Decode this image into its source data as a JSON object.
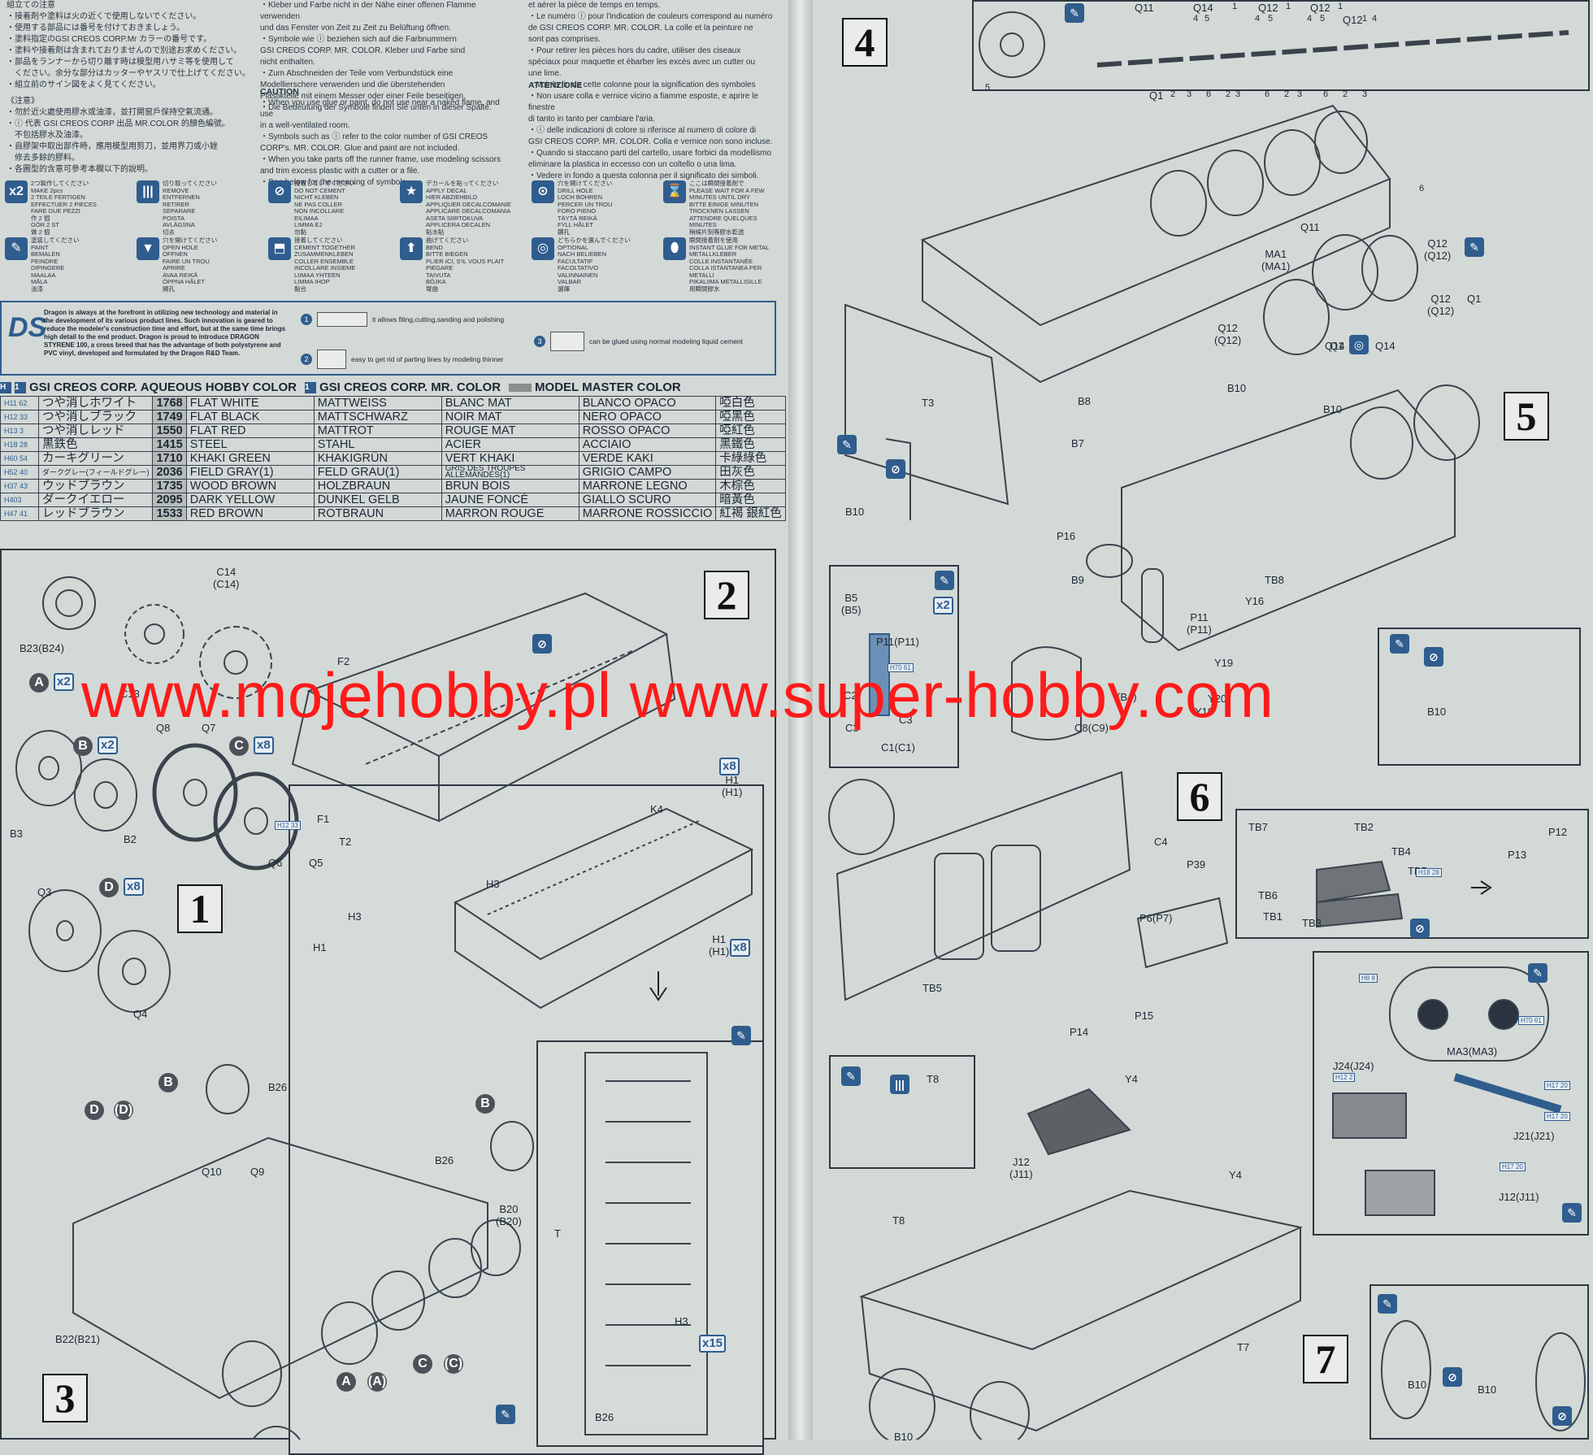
{
  "left_page": {
    "intro_jp": "組立ての注意\n・接着剤や塗料は火の近くで使用しないでください。\n・使用する部品には番号を付けておきましょう。\n・塗料指定のGSI CREOS CORP.Mr カラーの番号です。\n・塗料や接着剤は含まれておりませんので別途お求めください。\n・部品をランナーから切り離す時は模型用ハサミ等を使用して\n　ください。余分な部分はカッターやヤスリで仕上げてください。\n・組立前のサイン図をよく見てください。",
    "intro_cn": "《注意》\n・勿於近火處使用膠水或油漆，並打開窗戶保持空氣流通。\n・ⓘ 代表 GSI CREOS CORP 出品 MR.COLOR 的顏色編號。\n　不包括膠水及油漆。\n・自膠架中取出部件時，應用模型用剪刀，並用界刀或小銼\n　修去多餘的膠料。\n・各圖型的含意可參考本欄以下的說明。",
    "intro_de": "・Kleber und Farbe nicht in der Nähe einer offenen Flamme verwenden\nund das Fenster von Zeit zu Zeit zu Belüftung öffnen.\n・Symbole wie ⓘ beziehen sich auf die Farbnummern\nGSI CREOS CORP. MR. COLOR. Kleber und Farbe sind\nnicht enthalten.\n・Zum Abschneiden der Teile vom Verbundstück eine\nModellierschere verwenden und die überstehenden\nPlastikteile mit einem Messer oder einer Feile beseitigen.\n・Die Bedeutung der Symbole finden Sie unten in dieser Spalte.",
    "caution_title": "CAUTION",
    "caution_en": "・When you use glue or paint, do not use near a naked flame, and use\n  in a well-ventilated room.\n・Symbols such as ⓘ refer to the color number of GSI CREOS\n  CORP's. MR. COLOR. Glue and paint are not included.\n・When you take parts off the runner frame, use modeling scissors\n  and trim excess plastic with a cutter or a file.\n・See below for the meaning of symbols.",
    "intro_fr": "et aérer la pièce de temps en temps.\n・Le numéro ⓘ pour l'indication de couleurs correspond au numéro\n  de GSI CREOS CORP. MR. COLOR. La colle et la peinture ne\n  sont pas comprises.\n・Pour retirer les pièces hors du cadre, utiliser des ciseaux\n  spéciaux pour maquette et ébarber les excès avec un cutter ou\n  une lime.\n・Voir la fin de cette colonne pour la signification des symboles",
    "attention_title": "ATTENZIONE",
    "intro_it": "・Non usare colla e vernice vicino a fiamme esposte, e aprire le finestre\n  di tanto in tanto per cambiare l'aria.\n・ⓘ delle indicazioni di colore si riferisce al numero di colore di\n  GSI CREOS CORP. MR. COLOR. Colla e vernice non sono incluse.\n・Quando si staccano parti del cartello, usare forbici da modellismo\n  eliminare la plastica in eccesso con un coltello o una lima.\n・Vedere in fondo a questa colonna per il significato dei simboli.",
    "symbols": [
      {
        "icon": "x2",
        "label": "2つ製作してください\nMAKE 2pcs\n2 TEILE FERTIGEN\nEFFECTUER 2 PIECES\nFARE DUE PEZZI\n作 2 個\nGÖR 2 ST\n做 2 個"
      },
      {
        "icon": "|||",
        "label": "切り取ってください\nREMOVE\nENTFERNEN\nRETIRER\nSEPARARE\nPOISTA\nAVLÄGSNA\n切去"
      },
      {
        "icon": "⊘",
        "label": "接着しないでください\nDO NOT CEMENT\nNICHT KLEBEN\nNE PAS COLLER\nNON INCOLLARE\nEILIMAA\nLIMMA EJ\n勿黏"
      },
      {
        "icon": "★",
        "label": "デカールを貼ってください\nAPPLY DECAL\nHIER ABZIEHBILD\nAPPLIQUER DECALCOMANIE\nAPPLICARE DECALCOMANIA\nASETA SIIRTOKUVA\nAPPLICERA DECALEN\n貼水貼"
      },
      {
        "icon": "⊙",
        "label": "穴を開けてください\nDRILL HOLE\nLOCH BOHREN\nPERCER UN TROU\nFORO PIENO\nTÄYTÄ REIKÄ\nFYLL HÅLET\n鑽孔"
      },
      {
        "icon": "⌛",
        "label": "ここは瞬間接着剤で\nPLEASE WAIT FOR A FEW MINUTES UNTIL DRY\nBITTE EINIGE MINUTEN TROCKNEN LASSEN\nATTENDRE QUELQUES MINUTES\n稍候片刻等膠水乾透"
      },
      {
        "icon": "✎",
        "label": "塗装してください\nPAINT\nBEMALEN\nPEINDRE\nDIPINGERE\nMAALAA\nMÅLA\n油漆"
      },
      {
        "icon": "▼",
        "label": "穴を開けてください\nOPEN HOLE\nÖFFNEN\nFAIRE UN TROU\nAPRIRE\nAVAA REIKÄ\nÖPPNA HÅLET\n開孔"
      },
      {
        "icon": "⬒",
        "label": "接着してください\nCEMENT TOGETHER\nZUSAMMENKLEBEN\nCOLLER ENSEMBLE\nINCOLLARE INSIEME\nLIIMAA YHTEEN\nLIMMA IHOP\n黏合"
      },
      {
        "icon": "⬆",
        "label": "曲げてください\nBEND\nBITTE BIEGEN\nPLIER ICI, S'IL VOUS PLAIT\nPIEGARE\nTAIVUTA\nBÖJKA\n彎曲"
      },
      {
        "icon": "◎",
        "label": "どちらかを選んでください\nOPTIONAL\nNACH BELIEBEN\nFACULTATIF\nFACOLTATIVO\nVALINNAINEN\nVALBAR\n選擇"
      },
      {
        "icon": "⬮",
        "label": "瞬間接着剤を使用\nINSTANT GLUE FOR METAL\nMETALLKLEBER\nCOLLE INSTANTANÉE\nCOLLA ISTANTANEA PER METALLI\nPIKALIIMA METALLISILLE\n用瞬間膠水"
      }
    ],
    "ds": {
      "logo": "DS",
      "text": "Dragon is always at the forefront in utilizing new technology and material in the development of its various product lines. Such innovation is geared to reduce the modeler's construction time and effort, but at the same time brings high detail to the end product. Dragon is proud to introduce DRAGON STYRENE 100, a cross breed that has the advantage of both polystyrene and PVC vinyl, developed and formulated by the Dragon R&D Team.",
      "notes": [
        {
          "n": "1",
          "text": "it allows filing,cutting,sanding and polishing"
        },
        {
          "n": "2",
          "text": "easy to get rid of parting lines by modeling thinner"
        },
        {
          "n": "3",
          "text": "can be glued using normal modeling liquid cement"
        }
      ]
    },
    "color_header": {
      "aqueous_marker": "H",
      "aqueous_marker2": "1",
      "aqueous": "GSI CREOS CORP. AQUEOUS HOBBY COLOR",
      "mr_marker": "1",
      "mr": "GSI CREOS CORP. MR. COLOR",
      "mm": "MODEL MASTER COLOR"
    },
    "colors": [
      {
        "code": "H11 62",
        "jp": "つや消しホワイト",
        "num": "1768",
        "en": "FLAT WHITE",
        "de": "MATTWEISS",
        "fr": "BLANC MAT",
        "it": "BLANCO OPACO",
        "cn": "啞白色"
      },
      {
        "code": "H12 33",
        "jp": "つや消しブラック",
        "num": "1749",
        "en": "FLAT BLACK",
        "de": "MATTSCHWARZ",
        "fr": "NOIR MAT",
        "it": "NERO OPACO",
        "cn": "啞黑色"
      },
      {
        "code": "H13 3",
        "jp": "つや消しレッド",
        "num": "1550",
        "en": "FLAT RED",
        "de": "MATTROT",
        "fr": "ROUGE MAT",
        "it": "ROSSO OPACO",
        "cn": "啞紅色"
      },
      {
        "code": "H18 28",
        "jp": "黒鉄色",
        "num": "1415",
        "en": "STEEL",
        "de": "STAHL",
        "fr": "ACIER",
        "it": "ACCIAIO",
        "cn": "黑鐵色"
      },
      {
        "code": "H60 54",
        "jp": "カーキグリーン",
        "num": "1710",
        "en": "KHAKI GREEN",
        "de": "KHAKIGRÜN",
        "fr": "VERT KHAKI",
        "it": "VERDE KAKI",
        "cn": "卡綠綠色"
      },
      {
        "code": "H52 40",
        "jp": "ダークグレー(フィールドグレー)",
        "num": "2036",
        "en": "FIELD GRAY(1)",
        "de": "FELD GRAU(1)",
        "fr": "GRIS DES TROUPES ALLEMANDES(1)",
        "it": "GRIGIO CAMPO",
        "cn": "田灰色"
      },
      {
        "code": "H37 43",
        "jp": "ウッドブラウン",
        "num": "1735",
        "en": "WOOD BROWN",
        "de": "HOLZBRAUN",
        "fr": "BRUN BOIS",
        "it": "MARRONE LEGNO",
        "cn": "木棕色"
      },
      {
        "code": "H403",
        "jp": "ダークイエロー",
        "num": "2095",
        "en": "DARK YELLOW",
        "de": "DUNKEL GELB",
        "fr": "JAUNE FONCÉ",
        "it": "GIALLO SCURO",
        "cn": "暗黃色"
      },
      {
        "code": "H47 41",
        "jp": "レッドブラウン",
        "num": "1533",
        "en": "RED BROWN",
        "de": "ROTBRAUN",
        "fr": "MARRON ROUGE",
        "it": "MARRONE ROSSICCIO",
        "cn": "紅褐 銀紅色"
      }
    ],
    "step1": {
      "number": "1",
      "labels": [
        "C14\n(C14)",
        "B23(B24)",
        "F2",
        "F1",
        "T2",
        "H1\n(H1)",
        "K4",
        "H3",
        "H1\n(H1)",
        "H3",
        "H1",
        "T",
        "H3",
        "Q8",
        "Q7",
        "Q6",
        "Q5",
        "B3",
        "B2",
        "Q3",
        "Q4",
        "C13"
      ],
      "letters": {
        "A": "A",
        "B": "B",
        "C": "C",
        "D": "D"
      },
      "mult": {
        "a": "x2",
        "b": "x2",
        "c": "x8",
        "d": "x8",
        "h1": "x8",
        "h1b": "x8",
        "h3": "x15"
      },
      "color_pill": "H12 33"
    },
    "step2": {
      "number": "2"
    },
    "step3": {
      "number": "3",
      "labels": [
        "B26",
        "Q10",
        "Q9",
        "B26",
        "B20\n(B20)",
        "B22(B21)",
        "B26"
      ],
      "letters": [
        "B",
        "D",
        "(D)",
        "B",
        "A",
        "(A)",
        "C",
        "(C)"
      ]
    },
    "step4": {
      "number": "4",
      "labels": [
        "Q11",
        "Q14",
        "4",
        "5",
        "1",
        "Q12",
        "4",
        "5",
        "1",
        "Q12",
        "4",
        "5",
        "1",
        "Q12",
        "1",
        "4",
        "5",
        "Q1",
        "2",
        "3",
        "6",
        "2",
        "3",
        "6",
        "2",
        "3",
        "6",
        "2",
        "3",
        "6",
        "Q11",
        "Q12\n(Q12)",
        "MA1\n(MA1)",
        "Q12\n(Q12)",
        "Q14",
        "Q1",
        "Q12\n(Q12)",
        "Q1",
        "Q14",
        "T3"
      ]
    },
    "step5": {
      "number": "5",
      "labels": [
        "B8",
        "B10",
        "B10",
        "B7",
        "B10",
        "P16",
        "B9",
        "P11\n(P11)",
        "TB8",
        "Y16",
        "Y19",
        "Y20",
        "Y19",
        "C8(C9)",
        "(B4)",
        "B5\n(B5)",
        "P11(P11)",
        "C3",
        "C3",
        "C1(C1)",
        "C2",
        "B10"
      ],
      "pill": "H70 61",
      "mult": "x2"
    },
    "step6": {
      "number": "6",
      "labels": [
        "C4",
        "P39",
        "P6(P7)",
        "TB5",
        "P14",
        "P15",
        "TB7",
        "TB2",
        "TB4",
        "TB6",
        "TB1",
        "TB3",
        "TB5",
        "P13",
        "P12"
      ],
      "pill": "H18 28"
    },
    "step7": {
      "number": "7",
      "labels": [
        "T8",
        "Y4",
        "J12\n(J11)",
        "T8",
        "Y4",
        "T7",
        "MA3(MA3)",
        "J24(J24)",
        "J21(J21)",
        "J12(J11)",
        "B10",
        "B10",
        "B10"
      ],
      "pills": [
        "H8 8",
        "H70 61",
        "H12 2",
        "H17 20",
        "H17 20",
        "H17 20"
      ]
    }
  },
  "watermark": "www.mojehobby.pl www.super-hobby.com"
}
